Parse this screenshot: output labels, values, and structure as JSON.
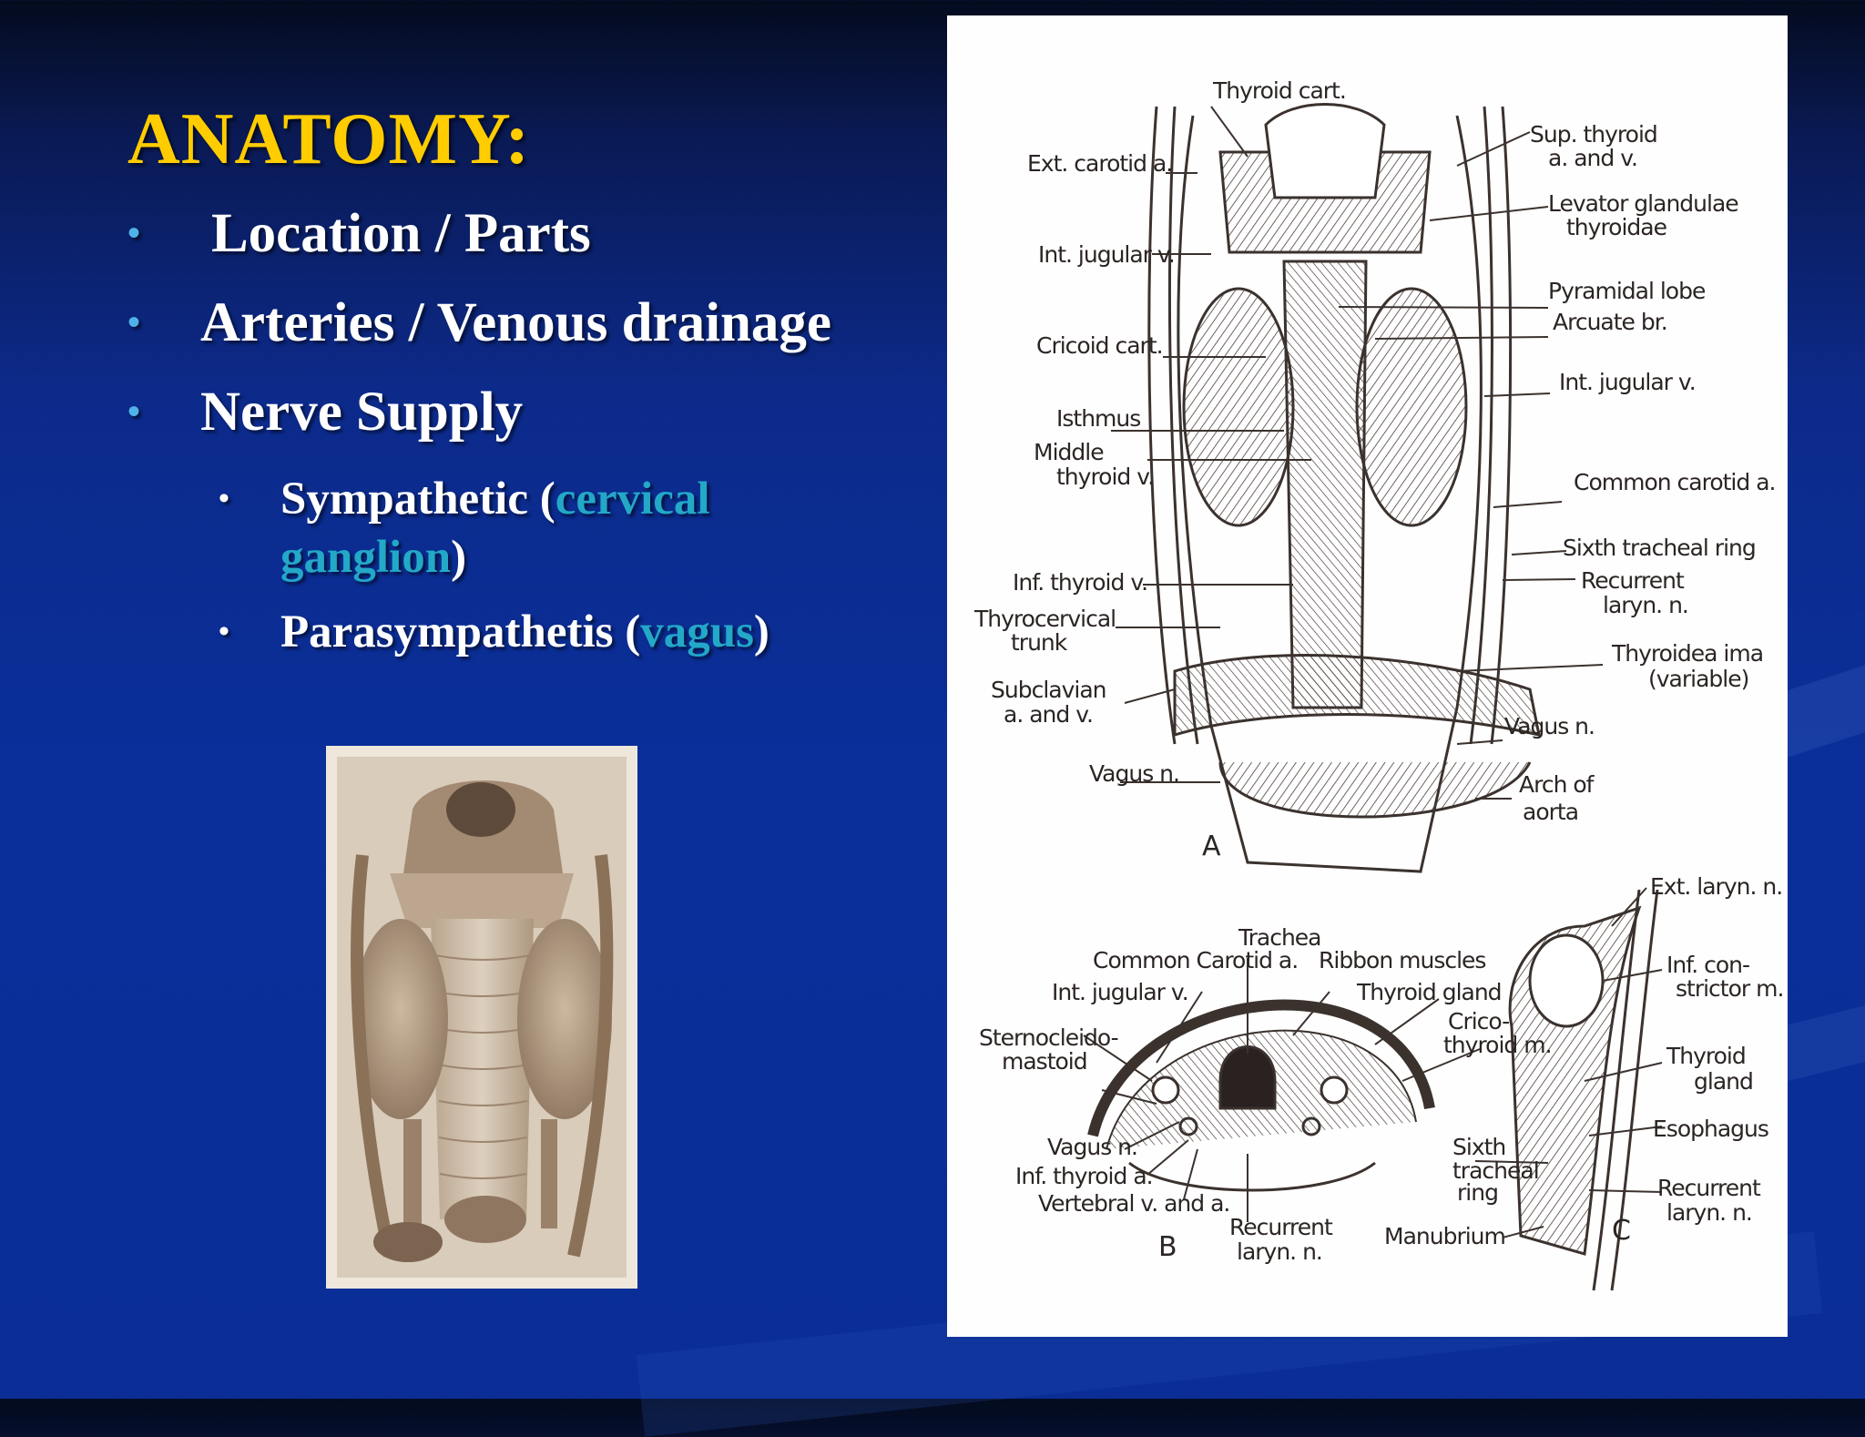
{
  "slide": {
    "title": "ANATOMY:",
    "bullets": [
      "Location / Parts",
      "Arteries / Venous drainage",
      "Nerve Supply"
    ],
    "sub_bullets": [
      {
        "prefix": "Sympathetic (",
        "highlight": "cervical ganglion",
        "suffix": ")"
      },
      {
        "prefix": "Parasympathetis (",
        "highlight": "vagus",
        "suffix": ")"
      }
    ]
  },
  "diagram": {
    "labels_a": {
      "thyroid_cart": "Thyroid cart.",
      "ext_carotid": "Ext. carotid a.",
      "int_jugular_left": "Int. jugular v.",
      "cricoid_cart": "Cricoid cart.",
      "isthmus": "Isthmus",
      "middle_thyroid_1": "Middle",
      "middle_thyroid_2": "thyroid v.",
      "inf_thyroid_v": "Inf. thyroid v.",
      "thyrocervical_1": "Thyrocervical",
      "thyrocervical_2": "trunk",
      "subclavian_1": "Subclavian",
      "subclavian_2": "a. and v.",
      "vagus_left": "Vagus n.",
      "sup_thyroid_1": "Sup. thyroid",
      "sup_thyroid_2": "a. and v.",
      "levator_1": "Levator glandulae",
      "levator_2": "thyroidae",
      "pyramidal": "Pyramidal lobe",
      "arcuate": "Arcuate br.",
      "int_jugular_right": "Int. jugular v.",
      "common_carotid": "Common carotid a.",
      "sixth_ring": "Sixth tracheal ring",
      "recurrent_1": "Recurrent",
      "recurrent_2": "laryn. n.",
      "thyroidea_ima_1": "Thyroidea ima",
      "thyroidea_ima_2": "(variable)",
      "vagus_right": "Vagus n.",
      "arch_1": "Arch of",
      "arch_2": "aorta",
      "fig_a": "A"
    },
    "labels_b": {
      "trachea": "Trachea",
      "common_carotid": "Common Carotid a.",
      "ribbon": "Ribbon muscles",
      "int_jugular": "Int. jugular v.",
      "thyroid_gland": "Thyroid gland",
      "sterno_1": "Sternocleido-",
      "sterno_2": "mastoid",
      "crico_1": "Crico-",
      "crico_2": "thyroid m.",
      "vagus": "Vagus n.",
      "inf_thyroid": "Inf. thyroid a.",
      "vertebral": "Vertebral v. and a.",
      "recurrent_1": "Recurrent",
      "recurrent_2": "laryn. n.",
      "fig_b": "B"
    },
    "labels_c": {
      "ext_laryn": "Ext. laryn. n.",
      "inf_con_1": "Inf. con-",
      "inf_con_2": "strictor m.",
      "thyroid_1": "Thyroid",
      "thyroid_2": "gland",
      "esophagus": "Esophagus",
      "sixth_1": "Sixth",
      "sixth_2": "tracheal",
      "sixth_3": "ring",
      "manubrium": "Manubrium",
      "recurrent_1": "Recurrent",
      "recurrent_2": "laryn. n.",
      "fig_c": "C"
    }
  }
}
